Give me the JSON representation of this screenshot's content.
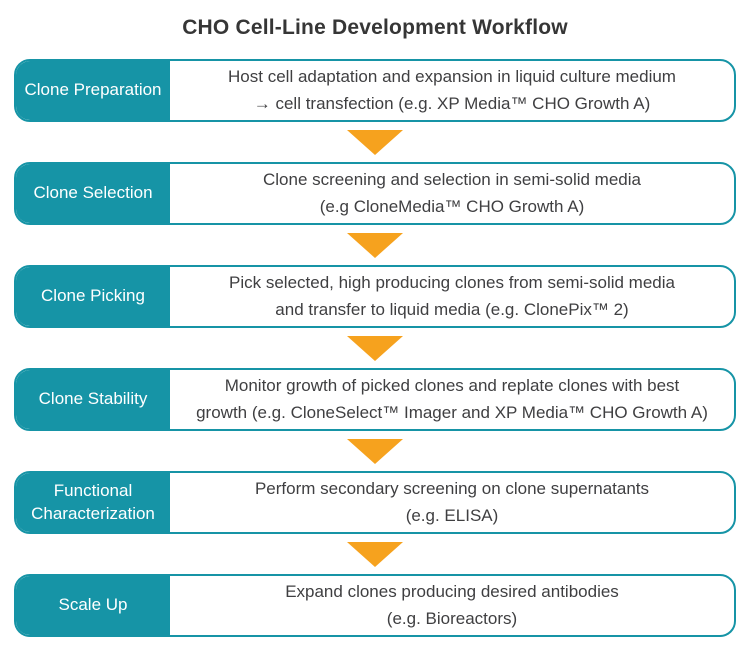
{
  "title": "CHO Cell-Line Development Workflow",
  "colors": {
    "teal": "#1694A6",
    "orange": "#F6A21E",
    "text": "#3F3F41",
    "title_text": "#363636"
  },
  "icons": {
    "arrow_down": "▼ solid down-pointing triangle between steps"
  },
  "steps": [
    {
      "label": "Clone Preparation",
      "line1": "Host cell adaptation and expansion in liquid culture medium",
      "line2": "→ cell transfection (e.g. XP Media™ CHO Growth A)"
    },
    {
      "label": "Clone Selection",
      "line1": "Clone screening and selection in semi-solid media",
      "line2": "(e.g CloneMedia™ CHO Growth A)"
    },
    {
      "label": "Clone Picking",
      "line1": "Pick selected, high producing clones from semi-solid media",
      "line2": "and transfer to liquid media (e.g. ClonePix™ 2)"
    },
    {
      "label": "Clone Stability",
      "line1": "Monitor growth of picked clones and replate clones with best",
      "line2": "growth (e.g. CloneSelect™ Imager and XP Media™ CHO Growth A)"
    },
    {
      "label": "Functional Characterization",
      "line1": "Perform secondary screening on clone supernatants",
      "line2": "(e.g. ELISA)"
    },
    {
      "label": "Scale Up",
      "line1": "Expand clones producing desired antibodies",
      "line2": "(e.g. Bioreactors)"
    }
  ]
}
